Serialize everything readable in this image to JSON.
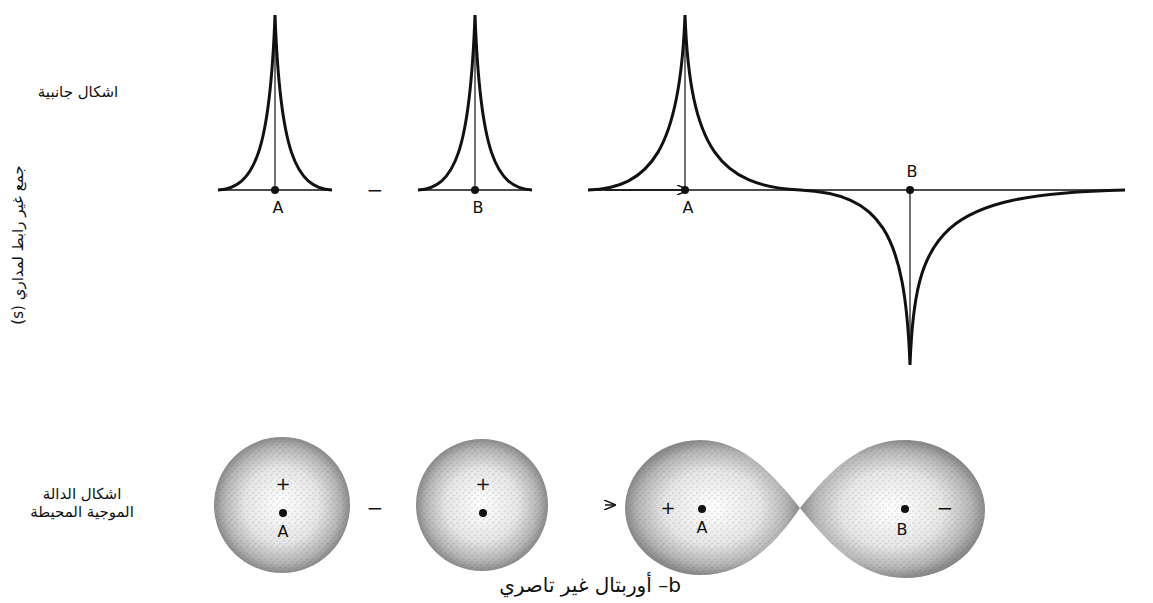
{
  "diagram": {
    "caption": "b– أوربتال غير تاصري",
    "labels": [
      "جمع غير رابط لمداري (s)",
      "اشكال جانبية",
      "اشكال الدالة الموجية المحيطة",
      "A",
      "−",
      "B",
      "A",
      "B",
      "+",
      "A",
      "−",
      "+",
      "+",
      "A",
      "B",
      "−"
    ]
  }
}
